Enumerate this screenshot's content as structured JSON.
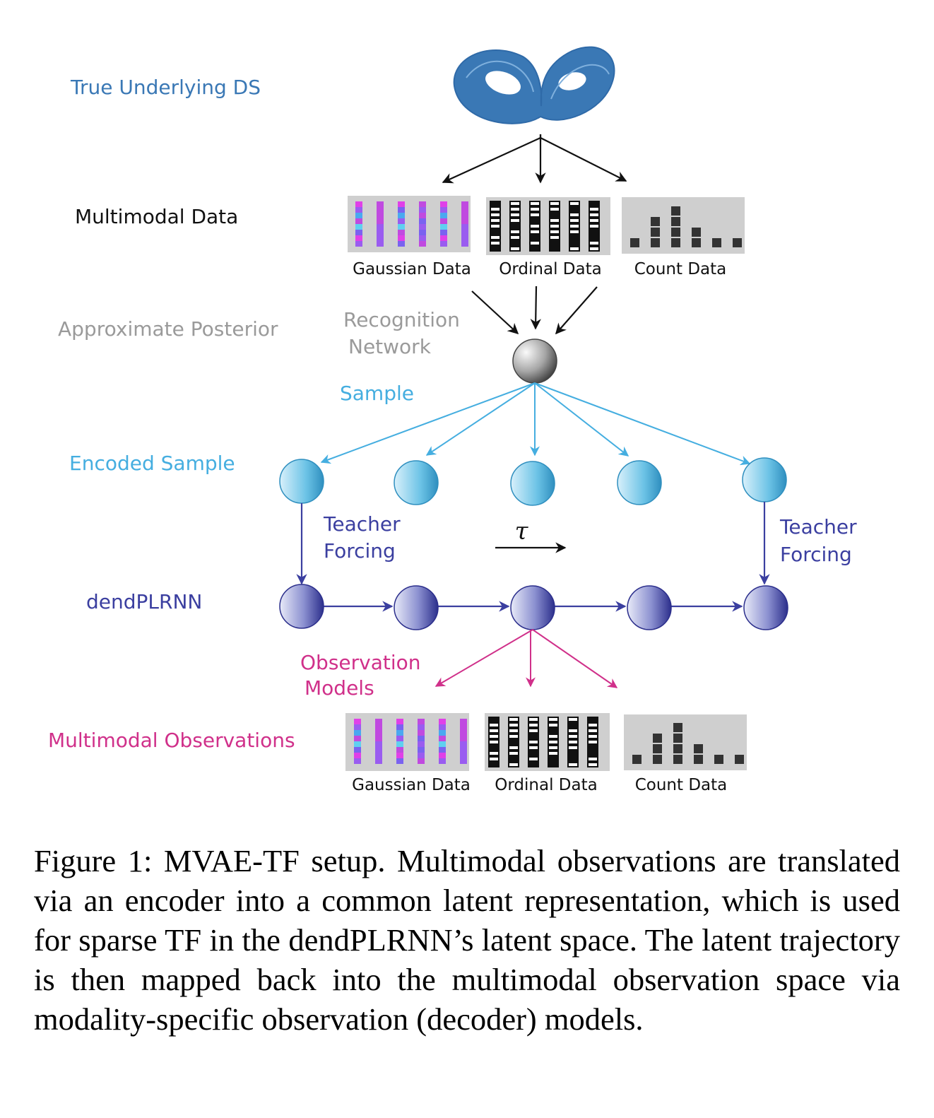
{
  "rows": {
    "true_ds": "True Underlying DS",
    "multimodal_data": "Multimodal Data",
    "approx_posterior": "Approximate Posterior",
    "encoded_sample": "Encoded Sample",
    "dendplrnn": "dendPLRNN",
    "multimodal_observations": "Multimodal Observations"
  },
  "edge_labels": {
    "recognition_network": [
      "Recognition",
      "Network"
    ],
    "sample": "Sample",
    "teacher_forcing_left": [
      "Teacher",
      "Forcing"
    ],
    "teacher_forcing_right": [
      "Teacher",
      "Forcing"
    ],
    "tau": "τ",
    "observation_models": [
      "Observation",
      "Models"
    ]
  },
  "top_panels": {
    "gaussian": "Gaussian Data",
    "ordinal": "Ordinal Data",
    "count": "Count Data"
  },
  "bottom_panels": {
    "gaussian": "Gaussian Data",
    "ordinal": "Ordinal Data",
    "count": "Count Data"
  },
  "caption": "Figure 1: MVAE-TF setup. Multimodal observations are translated via an encoder into a common latent representation, which is used for sparse TF in the dendPLRNN’s latent space. The latent trajectory is then mapped back into the multimodal observation space via modality-specific observation (decoder) models.",
  "colors": {
    "true_ds": "#3a78b5",
    "black": "#111111",
    "gray": "#9a9a9a",
    "light_blue": "#45aee0",
    "navy": "#3b3fa0",
    "magenta": "#d0308a"
  },
  "count_levels": [
    1,
    3,
    4,
    2,
    1,
    1
  ]
}
